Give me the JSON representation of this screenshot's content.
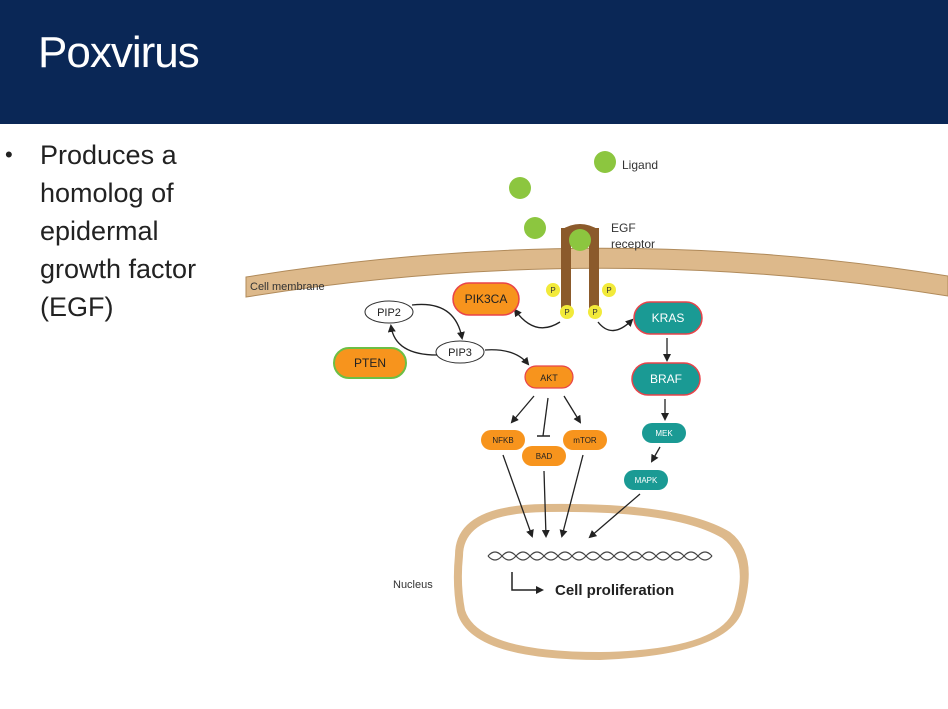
{
  "slide": {
    "title": "Poxvirus",
    "bullet_lines": [
      "Produces a",
      "homolog of",
      "epidermal",
      "growth factor",
      "(EGF)"
    ]
  },
  "diagram": {
    "ligand_label": "Ligand",
    "receptor_label_line1": "EGF",
    "receptor_label_line2": "receptor",
    "membrane_label": "Cell membrane",
    "phospho_label": "P",
    "nodes": {
      "pik3ca": "PIK3CA",
      "pip2": "PIP2",
      "pip3": "PIP3",
      "pten": "PTEN",
      "akt": "AKT",
      "nfkb": "NFKB",
      "bad": "BAD",
      "mtor": "mTOR",
      "kras": "KRAS",
      "braf": "BRAF",
      "mek": "MEK",
      "mapk": "MAPK"
    },
    "nucleus_label": "Nucleus",
    "outcome_label": "Cell proliferation"
  },
  "colors": {
    "header": "#0a2756",
    "orange": "#f7941d",
    "teal": "#1a9a94",
    "membrane": "#ddb98b",
    "receptor": "#8b5a2b",
    "ligand": "#8cc63f",
    "phospho": "#f2ea3a"
  }
}
